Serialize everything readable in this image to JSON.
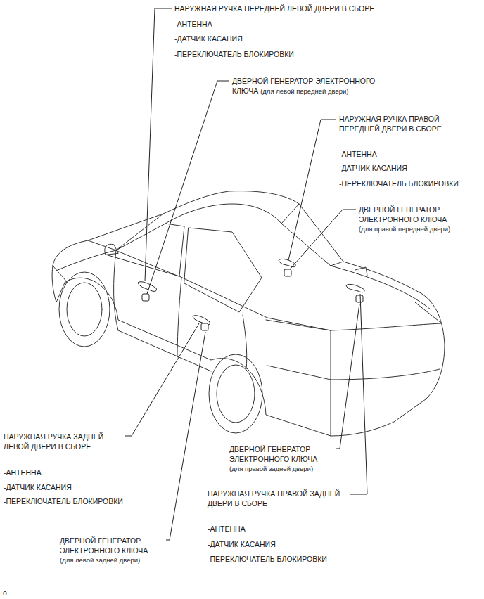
{
  "diagram": {
    "labels": [
      "НАРУЖНАЯ РУЧКА ПЕРЕДНЕЙ ЛЕВОЙ ДВЕРИ В СБОРЕ",
      "-АНТЕННА",
      "-ДАТЧИК КАСАНИЯ",
      "-ПЕРЕКЛЮЧАТЕЛЬ БЛОКИРОВКИ",
      "ДВЕРНОЙ ГЕНЕРАТОР ЭЛЕКТРОННОГО КЛЮЧА",
      "(для левой передней двери)",
      "НАРУЖНАЯ РУЧКА ПРАВОЙ ПЕРЕДНЕЙ ДВЕРИ В СБОРЕ",
      "-АНТЕННА",
      "-ДАТЧИК КАСАНИЯ",
      "-ПЕРЕКЛЮЧАТЕЛЬ БЛОКИРОВКИ",
      "ДВЕРНОЙ ГЕНЕРАТОР ЭЛЕКТРОННОГО КЛЮЧА",
      "(для правой передней двери)",
      "НАРУЖНАЯ РУЧКА ЗАДНЕЙ ЛЕВОЙ ДВЕРИ В СБОРЕ",
      "-АНТЕННА",
      "-ДАТЧИК КАСАНИЯ",
      "-ПЕРЕКЛЮЧАТЕЛЬ БЛОКИРОВКИ",
      "ДВЕРНОЙ ГЕНЕРАТОР ЭЛЕКТРОННОГО КЛЮЧА",
      "(для правой задней двери)",
      "НАРУЖНАЯ РУЧКА ПРАВОЙ ЗАДНЕЙ ДВЕРИ В СБОРЕ",
      "-АНТЕННА",
      "-ДАТЧИК КАСАНИЯ",
      "-ПЕРЕКЛЮЧАТЕЛЬ БЛОКИРОВКИ",
      "ДВЕРНОЙ ГЕНЕРАТОР ЭЛЕКТРОННОГО КЛЮЧА",
      "(для левой задней двери)",
      "o"
    ]
  }
}
